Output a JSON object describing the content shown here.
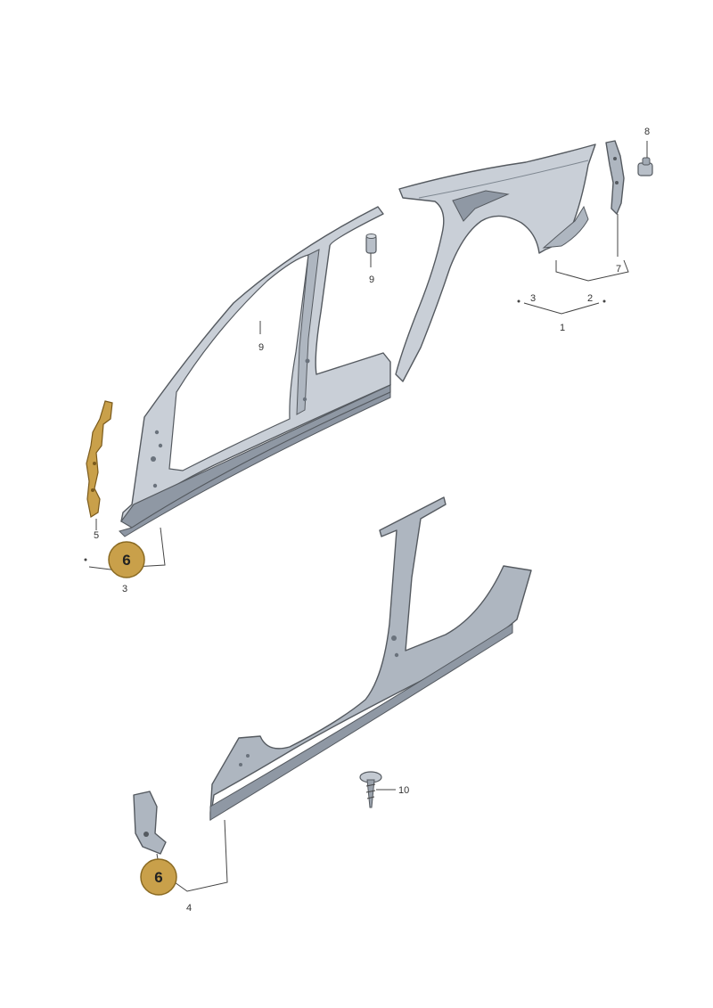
{
  "colors": {
    "panel_light": "#c9cfd7",
    "panel_mid": "#aeb6c0",
    "panel_dark": "#8f98a4",
    "sill_dark": "#8d96a3",
    "part_gold": "#c9a04a",
    "badge_fill": "#c9a04a",
    "badge_stroke": "#8a6a22"
  },
  "callouts": {
    "c1": "1",
    "c2": "2",
    "c3_top": "3",
    "c7": "7",
    "c8": "8",
    "c9_top": "9",
    "c9_mid": "9",
    "c5": "5",
    "c3_bottom": "3",
    "c10": "10",
    "c4": "4"
  },
  "badges": {
    "badge_top": "6",
    "badge_bottom": "6"
  }
}
